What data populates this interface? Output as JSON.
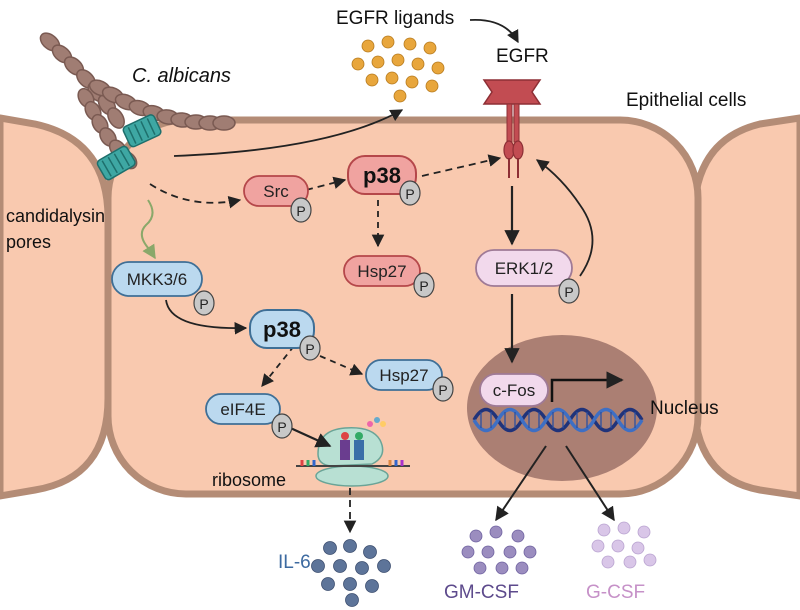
{
  "labels": {
    "organism": "C. albicans",
    "pores_line1": "candidalysin",
    "pores_line2": "pores",
    "egfr_ligands": "EGFR ligands",
    "egfr": "EGFR",
    "epithelial_cells": "Epithelial cells",
    "nucleus": "Nucleus",
    "ribosome": "ribosome",
    "il6": "IL-6",
    "gmcsf": "GM-CSF",
    "gcsf": "G-CSF"
  },
  "nodes": {
    "src": "Src",
    "p38_top": "p38",
    "hsp27_top": "Hsp27",
    "erk": "ERK1/2",
    "mkk": "MKK3/6",
    "p38_bottom": "p38",
    "hsp27_bottom": "Hsp27",
    "eif4e": "eIF4E",
    "cfos": "c-Fos"
  },
  "phospho_label": "P",
  "icons": {
    "hyphae": "fungal-hypha-icon",
    "pore": "candidalysin-pore-icon",
    "receptor": "egfr-receptor-icon",
    "ribosome": "ribosome-icon",
    "dna": "dna-helix-icon"
  },
  "colors": {
    "cell_fill": "#f9c9af",
    "cell_border": "#b48c76",
    "nucleus_fill": "#ab7f73",
    "red_node_fill": "#f0a3a0",
    "red_node_border": "#b5474a",
    "blue_node_fill": "#bbd9ef",
    "blue_node_border": "#3f6f96",
    "pink_node_fill": "#f2d9ec",
    "pink_node_border": "#9f7a96",
    "phospho_fill": "#c8c8c8",
    "egf_dots": "#e8a63c",
    "il6_dots": "#5d7499",
    "gmcsf_dots": "#9b8dbf",
    "gcsf_dots": "#d9c6e8",
    "il6_text": "#3d6aa0",
    "gmcsf_text": "#5d4a8c",
    "gcsf_text": "#c691c8"
  }
}
